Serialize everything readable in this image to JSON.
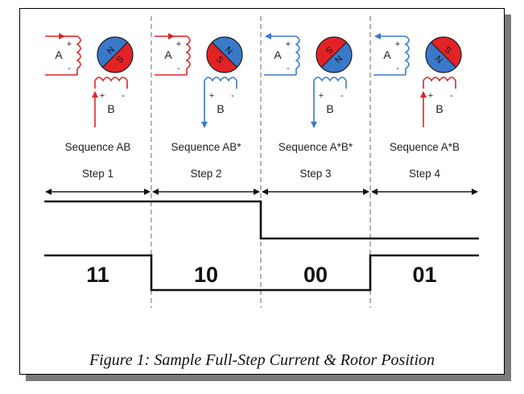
{
  "caption": "Figure 1: Sample Full-Step Current & Rotor Position",
  "colors": {
    "red": "#e32226",
    "blue": "#3a78c9"
  },
  "coil_labels": {
    "a": "A",
    "b": "B",
    "plus": "+",
    "minus": "-"
  },
  "rotor_labels": {
    "north": "N",
    "south": "S"
  },
  "steps": [
    {
      "sequence": "Sequence AB",
      "step": "Step 1",
      "code": "11",
      "coil_a_current": "+",
      "coil_b_current": "+",
      "rotor_north": "upper-right"
    },
    {
      "sequence": "Sequence AB*",
      "step": "Step 2",
      "code": "10",
      "coil_a_current": "+",
      "coil_b_current": "-",
      "rotor_north": "lower-right"
    },
    {
      "sequence": "Sequence A*B*",
      "step": "Step 3",
      "code": "00",
      "coil_a_current": "-",
      "coil_b_current": "-",
      "rotor_north": "lower-left"
    },
    {
      "sequence": "Sequence A*B",
      "step": "Step 4",
      "code": "01",
      "coil_a_current": "-",
      "coil_b_current": "+",
      "rotor_north": "upper-left"
    }
  ],
  "waveform_a_levels": [
    1,
    1,
    0,
    0
  ],
  "waveform_b_levels": [
    1,
    0,
    0,
    1
  ]
}
